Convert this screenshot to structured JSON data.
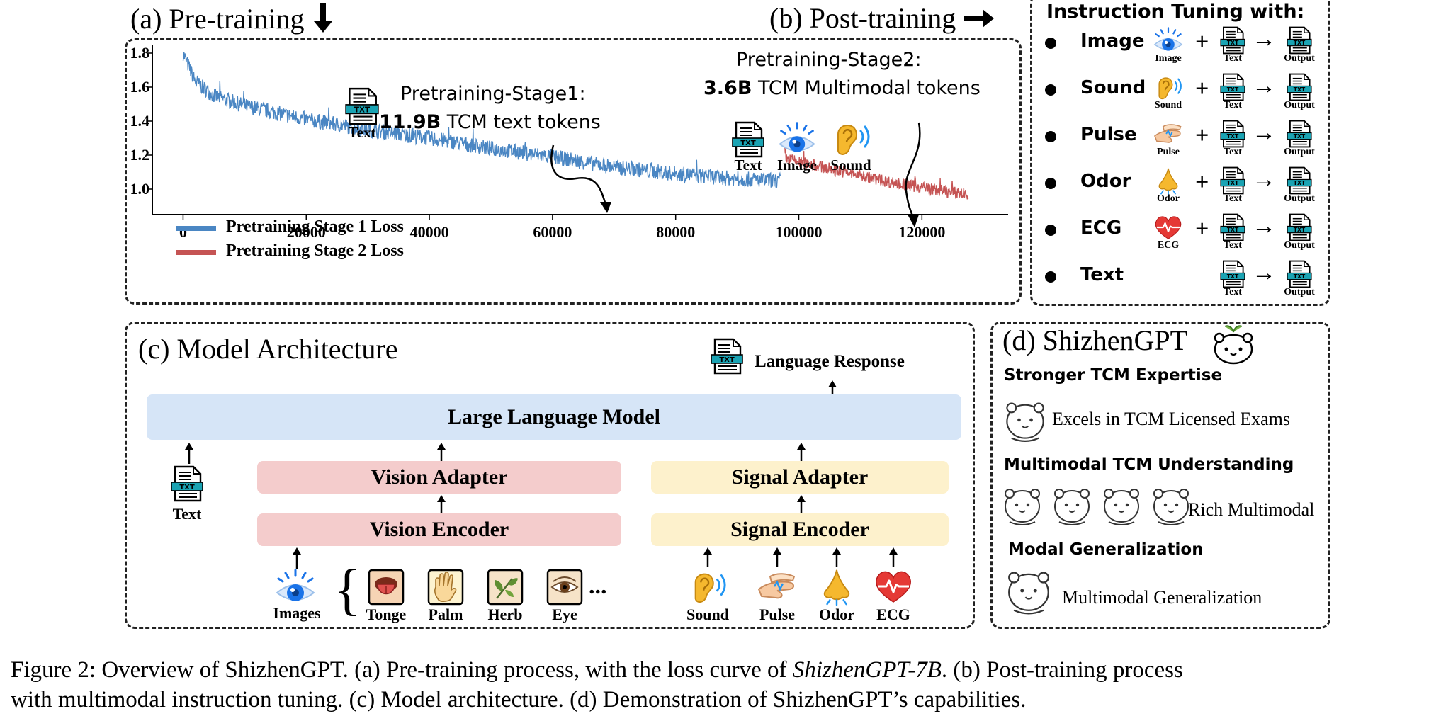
{
  "panel_a": {
    "label": "(a) Pre-training"
  },
  "panel_b": {
    "label": "(b) Post-training"
  },
  "chart_data": {
    "type": "line",
    "title": "",
    "xlabel": "",
    "ylabel": "",
    "xlim": [
      -5000,
      134000
    ],
    "ylim": [
      0.85,
      1.85
    ],
    "x_ticks": [
      0,
      20000,
      40000,
      60000,
      80000,
      100000,
      120000
    ],
    "y_ticks": [
      1.0,
      1.2,
      1.4,
      1.6,
      1.8
    ],
    "grid": false,
    "legend_position": "bottom-left",
    "series": [
      {
        "name": "Pretraining Stage 1 Loss",
        "color": "#4a86c3",
        "x": [
          0,
          2000,
          5000,
          10000,
          20000,
          30000,
          40000,
          50000,
          60000,
          70000,
          80000,
          90000,
          97000
        ],
        "y": [
          1.8,
          1.63,
          1.55,
          1.49,
          1.41,
          1.35,
          1.3,
          1.24,
          1.19,
          1.13,
          1.09,
          1.06,
          1.05
        ]
      },
      {
        "name": "Pretraining Stage 2 Loss",
        "color": "#c55454",
        "x": [
          97500,
          98000,
          100000,
          105000,
          110000,
          115000,
          120000,
          125000,
          127500
        ],
        "y": [
          1.26,
          1.18,
          1.16,
          1.12,
          1.08,
          1.04,
          1.01,
          0.98,
          0.97
        ]
      }
    ],
    "annotations": [
      {
        "title": "Pretraining-Stage1:",
        "amount": "11.9B",
        "rest": " TCM text tokens",
        "icons": [
          "Text"
        ]
      },
      {
        "title": "Pretraining-Stage2:",
        "amount": "3.6B",
        "rest": " TCM Multimodal tokens",
        "icons": [
          "Text",
          "Image",
          "Sound"
        ]
      }
    ]
  },
  "instruction": {
    "title": "Instruction Tuning with:",
    "rows": [
      {
        "name": "Image",
        "icon_label": "Image",
        "text": "Text",
        "output": "Output",
        "icon": "eye-icon"
      },
      {
        "name": "Sound",
        "icon_label": "Sound",
        "text": "Text",
        "output": "Output",
        "icon": "ear-icon"
      },
      {
        "name": "Pulse",
        "icon_label": "Pulse",
        "text": "Text",
        "output": "Output",
        "icon": "pulse-hand-icon"
      },
      {
        "name": "Odor",
        "icon_label": "Odor",
        "text": "Text",
        "output": "Output",
        "icon": "nose-icon"
      },
      {
        "name": "ECG",
        "icon_label": "ECG",
        "text": "Text",
        "output": "Output",
        "icon": "heart-icon"
      },
      {
        "name": "Text",
        "icon_label": "",
        "text": "Text",
        "output": "Output",
        "icon": ""
      }
    ],
    "plus": "+",
    "arrow": "→",
    "txt_badge": "TXT"
  },
  "panel_c": {
    "label": "(c) Model Architecture",
    "llm": "Large Language Model",
    "response": "Language Response",
    "vision_adapter": "Vision Adapter",
    "vision_encoder": "Vision Encoder",
    "signal_adapter": "Signal Adapter",
    "signal_encoder": "Signal Encoder",
    "text_label": "Text",
    "images_label": "Images",
    "brace": "{",
    "ellipsis": "...",
    "image_items": [
      "Tonge",
      "Palm",
      "Herb",
      "Eye"
    ],
    "signal_items": [
      "Sound",
      "Pulse",
      "Odor",
      "ECG"
    ]
  },
  "panel_d": {
    "label": "(d) ShizhenGPT",
    "sections": [
      {
        "title": "Stronger TCM Expertise",
        "text": "Excels in TCM Licensed Exams"
      },
      {
        "title": "Multimodal TCM Understanding",
        "text": "Rich Multimodal"
      },
      {
        "title": "Modal Generalization",
        "text": "Multimodal Generalization"
      }
    ]
  },
  "caption": {
    "line1_a": "Figure 2: Overview of ShizhenGPT. (a) Pre-training process, with the loss curve of ",
    "line1_italic": "ShizhenGPT-7B",
    "line1_b": ". (b) Post-training process",
    "line2": "with multimodal instruction tuning. (c) Model architecture. (d) Demonstration of ShizhenGPT’s capabilities."
  },
  "colors": {
    "stage1": "#4a86c3",
    "stage2": "#c55454",
    "llm": "#d6e5f7",
    "vision": "#f4cccc",
    "signal": "#fdf1cc",
    "txt_badge": "#1aa3b3",
    "eye": "#1a73e8",
    "ear": "#f5b82e",
    "heart": "#e53935"
  }
}
